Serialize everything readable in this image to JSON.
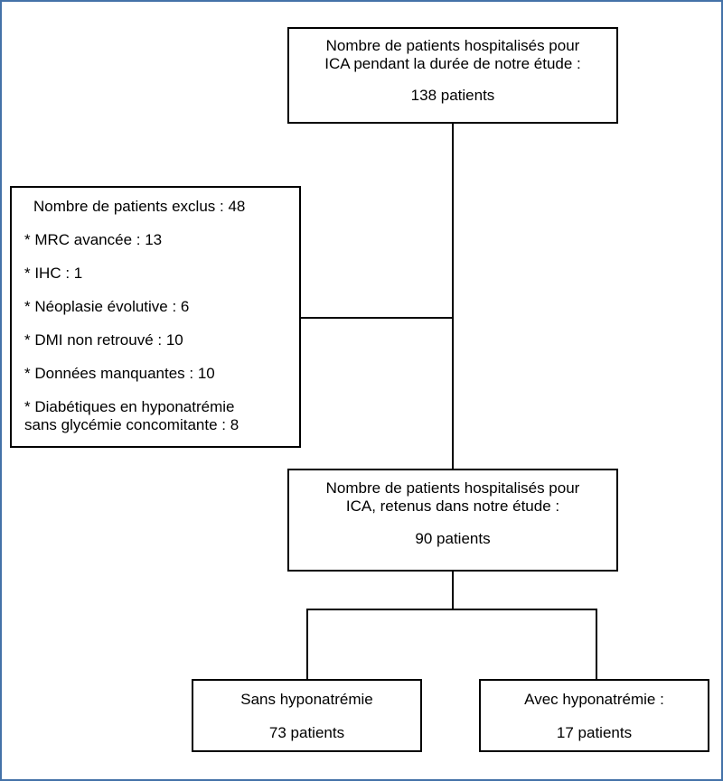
{
  "flowchart": {
    "total": {
      "line1": "Nombre de patients hospitalisés pour",
      "line2": "ICA pendant la durée de notre étude :",
      "count": "138 patients"
    },
    "excluded": {
      "title": "Nombre de patients exclus : 48",
      "items": [
        "* MRC avancée : 13",
        "* IHC : 1",
        "* Néoplasie évolutive : 6",
        "* DMI non retrouvé : 10",
        "* Données manquantes : 10"
      ],
      "last_line1": "* Diabétiques en hyponatrémie",
      "last_line2": "sans glycémie concomitante : 8"
    },
    "retained": {
      "line1": "Nombre de patients hospitalisés pour",
      "line2": "ICA, retenus dans notre étude :",
      "count": "90 patients"
    },
    "without_hyponatremia": {
      "label": "Sans hyponatrémie",
      "count": "73 patients"
    },
    "with_hyponatremia": {
      "label": "Avec hyponatrémie :",
      "count": "17 patients"
    }
  }
}
